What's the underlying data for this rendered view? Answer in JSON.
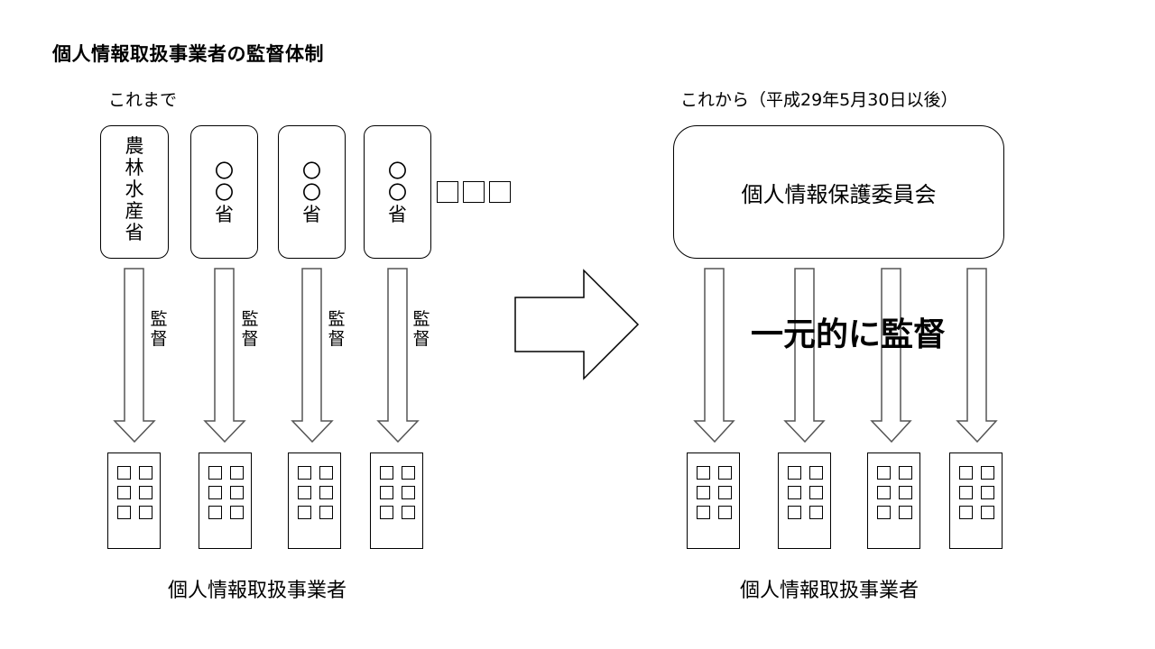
{
  "title": "個人情報取扱事業者の監督体制",
  "before": {
    "label": "これまで",
    "ministries": [
      {
        "chars": [
          "農",
          "林",
          "水",
          "産",
          "省"
        ]
      },
      {
        "chars": [
          "〇",
          "〇",
          "省"
        ]
      },
      {
        "chars": [
          "〇",
          "〇",
          "省"
        ]
      },
      {
        "chars": [
          "〇",
          "〇",
          "省"
        ]
      }
    ],
    "ellipsis": "□□□",
    "arrow_label_chars": [
      "監",
      "督"
    ],
    "businesses_label": "個人情報取扱事業者"
  },
  "after": {
    "label": "これから（平成29年5月30日以後）",
    "committee": "個人情報保護委員会",
    "unified_label": "一元的に監督",
    "businesses_label": "個人情報取扱事業者"
  },
  "icons": {
    "transition_arrow": "right-arrow-icon",
    "supervision_arrow": "down-arrow-icon",
    "business": "building-icon"
  }
}
